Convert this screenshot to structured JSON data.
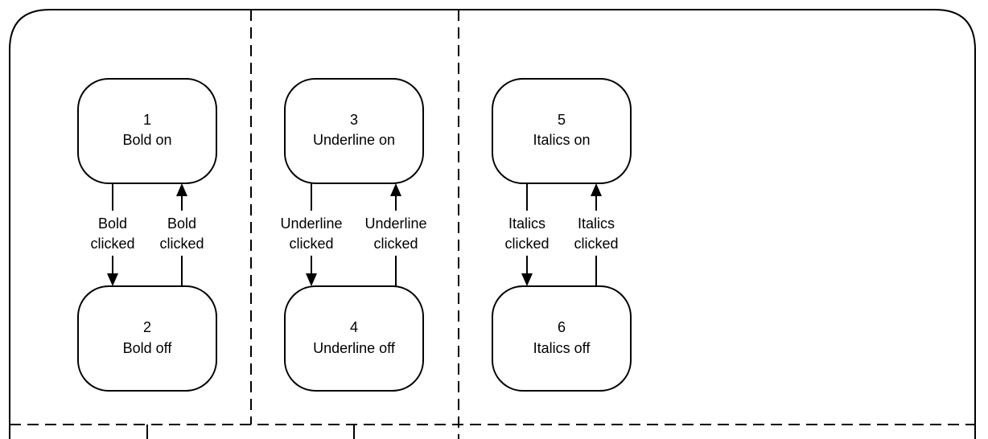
{
  "groups": [
    {
      "top_state": {
        "number": "1",
        "label": "Bold on"
      },
      "bottom_state": {
        "number": "2",
        "label": "Bold off"
      },
      "down_event": {
        "line1": "Bold",
        "line2": "clicked"
      },
      "up_event": {
        "line1": "Bold",
        "line2": "clicked"
      }
    },
    {
      "top_state": {
        "number": "3",
        "label": "Underline on"
      },
      "bottom_state": {
        "number": "4",
        "label": "Underline off"
      },
      "down_event": {
        "line1": "Underline",
        "line2": "clicked"
      },
      "up_event": {
        "line1": "Underline",
        "line2": "clicked"
      }
    },
    {
      "top_state": {
        "number": "5",
        "label": "Italics on"
      },
      "bottom_state": {
        "number": "6",
        "label": "Italics off"
      },
      "down_event": {
        "line1": "Italics",
        "line2": "clicked"
      },
      "up_event": {
        "line1": "Italics",
        "line2": "clicked"
      }
    }
  ]
}
